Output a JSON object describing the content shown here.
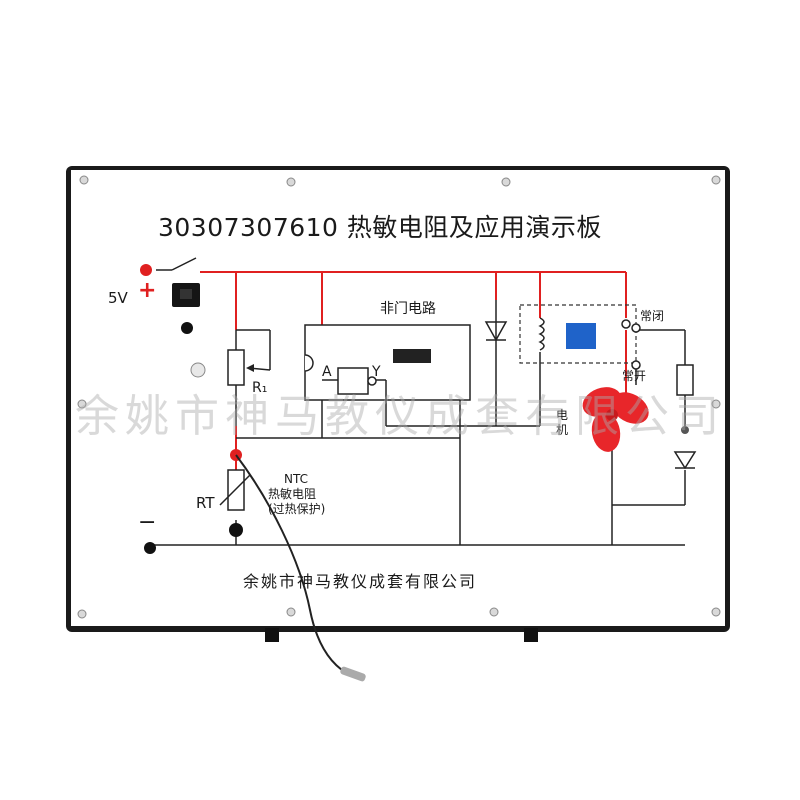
{
  "board": {
    "title": "30307307610  热敏电阻及应用演示板",
    "voltage_label": "5V",
    "plus_sign": "+",
    "minus_sign": "−",
    "not_gate_label": "非门电路",
    "gate_input_label": "A",
    "gate_output_label": "Y",
    "r1_label": "R₁",
    "relay_nc_label": "常闭",
    "relay_no_label": "常开",
    "motor_label": "电机",
    "ntc_label": "NTC",
    "ntc_desc1": "热敏电阻",
    "ntc_desc2": "(过热保护)",
    "rt_label": "RT",
    "maker": "余姚市神马教仪成套有限公司"
  },
  "watermark": "余姚市神马教仪成套有限公司",
  "colors": {
    "board": "#ffffff",
    "frame": "#1a1a1a",
    "power_wire": "#e02020",
    "signal_wire": "#222222",
    "fan": "#e8262a",
    "relay": "#1f63c9"
  }
}
